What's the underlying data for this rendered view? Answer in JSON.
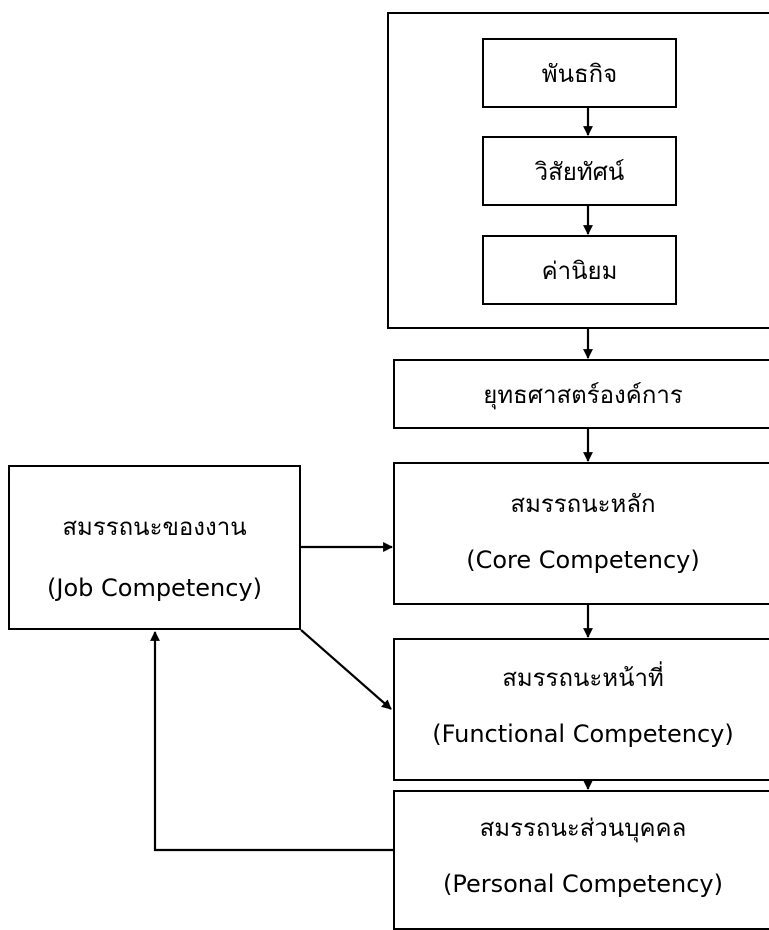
{
  "diagram": {
    "nodes": {
      "mission": "พันธกิจ",
      "vision": "วิสัยทัศน์",
      "values": "ค่านิยม",
      "org_strategy": "ยุทธศาสตร์องค์การ",
      "core": {
        "th": "สมรรถนะหลัก",
        "en": "(Core  Competency)"
      },
      "functional": {
        "th": "สมรรถนะหน้าที่",
        "en": "(Functional  Competency)"
      },
      "personal": {
        "th": "สมรรถนะส่วนบุคคล",
        "en": "(Personal Competency)"
      },
      "job": {
        "th": "สมรรถนะของงาน",
        "en": "(Job Competency)"
      }
    },
    "edges": [
      {
        "from": "mission",
        "to": "vision"
      },
      {
        "from": "vision",
        "to": "values"
      },
      {
        "from": "values-group",
        "to": "org_strategy"
      },
      {
        "from": "org_strategy",
        "to": "core"
      },
      {
        "from": "core",
        "to": "functional"
      },
      {
        "from": "functional",
        "to": "personal"
      },
      {
        "from": "job",
        "to": "core"
      },
      {
        "from": "job",
        "to": "functional"
      },
      {
        "from": "personal",
        "to": "job"
      }
    ]
  }
}
